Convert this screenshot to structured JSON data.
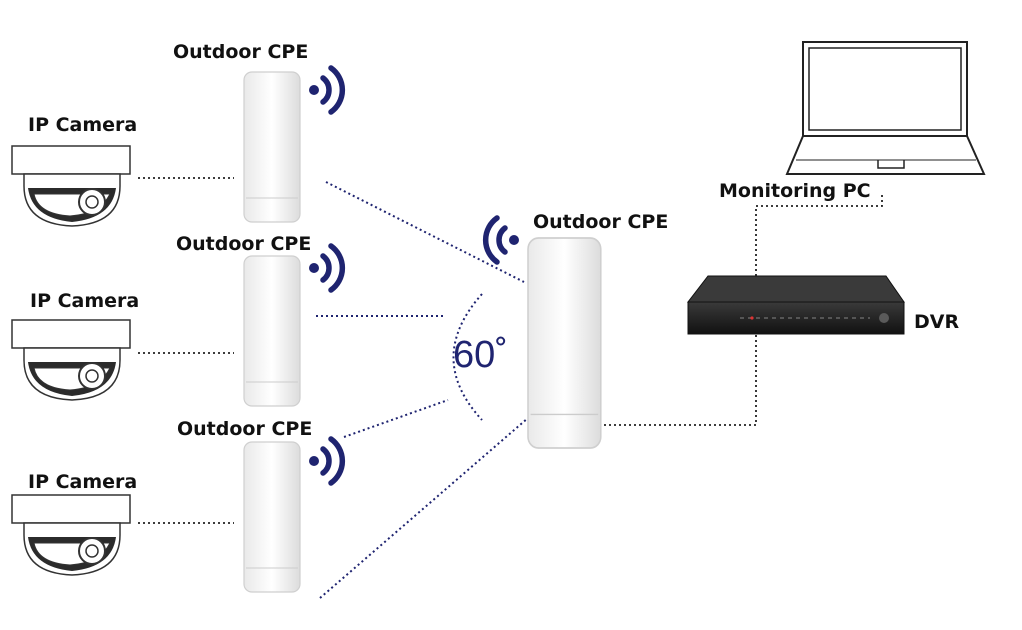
{
  "labels": {
    "cpe_top": "Outdoor CPE",
    "cpe_mid": "Outdoor CPE",
    "cpe_bottom": "Outdoor CPE",
    "cpe_center": "Outdoor CPE",
    "camera_1": "IP Camera",
    "camera_2": "IP Camera",
    "camera_3": "IP Camera",
    "monitoring_pc": "Monitoring PC",
    "dvr": "DVR",
    "angle": "60˚"
  },
  "colors": {
    "link_line": "#1f2470",
    "wifi_icon": "#1f2470",
    "wire": "#222222"
  }
}
